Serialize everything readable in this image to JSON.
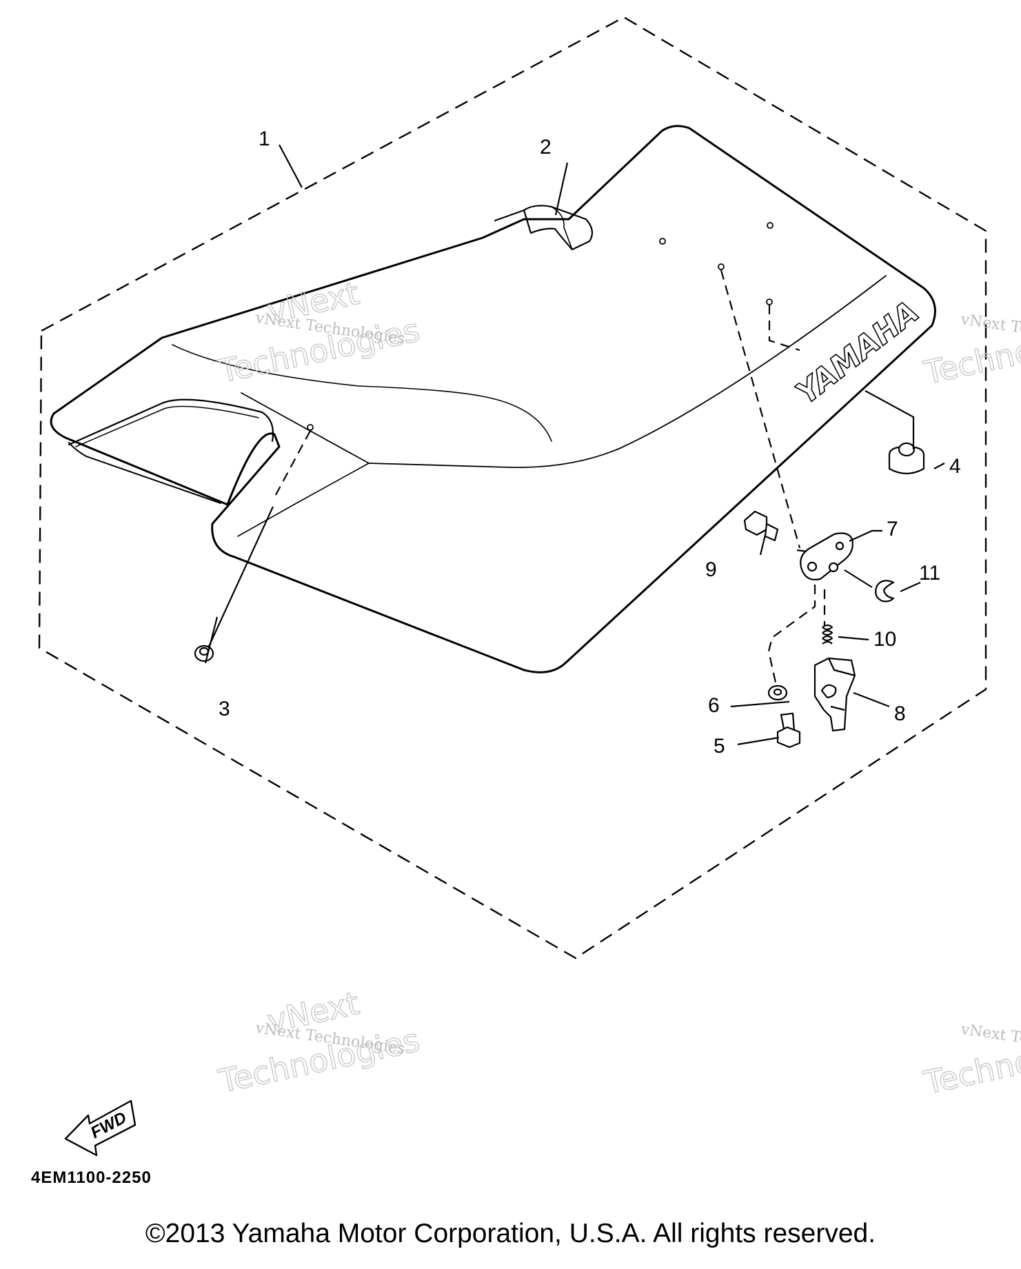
{
  "callouts": [
    "1",
    "2",
    "3",
    "4",
    "5",
    "6",
    "7",
    "8",
    "9",
    "10",
    "11"
  ],
  "seat_brand": "YAMAHA",
  "fwd_label": "FWD",
  "part_number": "4EM1100-2250",
  "watermarks": {
    "small": "vNext Technologies",
    "big_line1": "vNext",
    "big_line2": "Technologies"
  },
  "copyright": "©2013 Yamaha Motor Corporation, U.S.A. All rights reserved."
}
